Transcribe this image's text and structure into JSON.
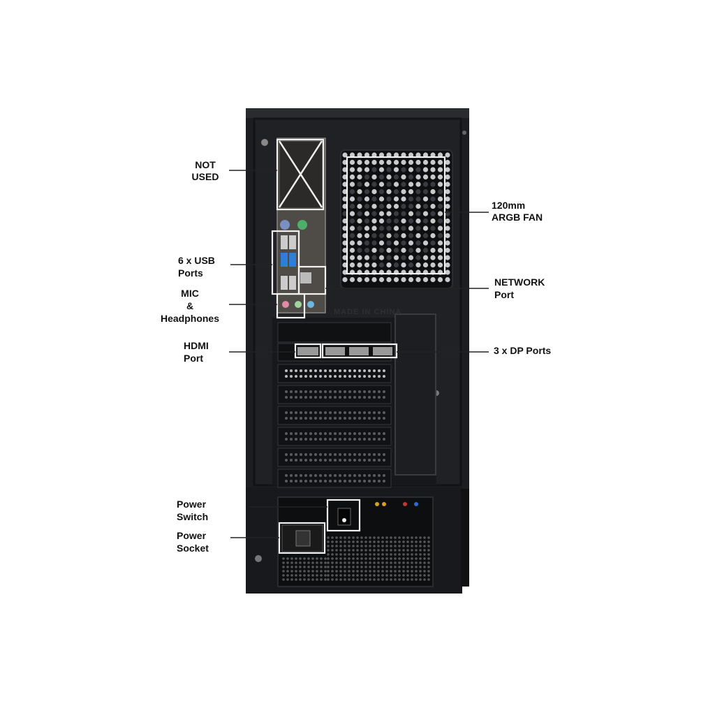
{
  "labels": {
    "not_used": [
      "NOT",
      "USED"
    ],
    "usb": [
      "6 x USB",
      "Ports"
    ],
    "mic": [
      "MIC",
      "&",
      "Headphones"
    ],
    "hdmi": [
      "HDMI",
      "Port"
    ],
    "power_switch": [
      "Power",
      "Switch"
    ],
    "power_socket": [
      "Power",
      "Socket"
    ],
    "fan": [
      "120mm",
      "ARGB FAN"
    ],
    "network": [
      "NETWORK",
      "Port"
    ],
    "dp": [
      "3 x DP Ports"
    ]
  },
  "case_emboss": "MADE IN CHINA",
  "colors": {
    "case": "#1c1d21",
    "io_shield": "#5a5650",
    "ps2_purple": "#7a8fc4",
    "ps2_green": "#4caf6a",
    "usb3_blue": "#2f7fd8",
    "mic_pink": "#e08aa8",
    "line_green": "#9fd49a",
    "line_blue": "#6cb7e0"
  }
}
